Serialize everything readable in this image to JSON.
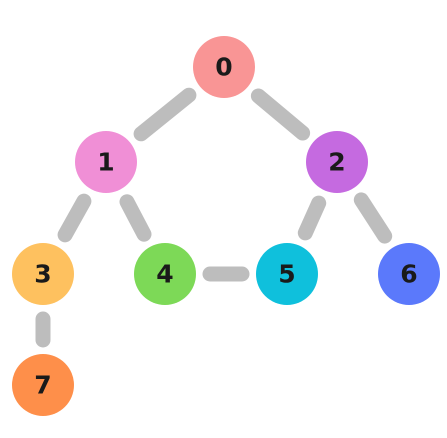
{
  "nodes": [
    {
      "id": "0",
      "label": "0",
      "color": "#f99595"
    },
    {
      "id": "1",
      "label": "1",
      "color": "#f08fd6"
    },
    {
      "id": "2",
      "label": "2",
      "color": "#c56ae0"
    },
    {
      "id": "3",
      "label": "3",
      "color": "#fec15f"
    },
    {
      "id": "4",
      "label": "4",
      "color": "#7dd957"
    },
    {
      "id": "5",
      "label": "5",
      "color": "#0fc0dc"
    },
    {
      "id": "6",
      "label": "6",
      "color": "#5b79fb"
    },
    {
      "id": "7",
      "label": "7",
      "color": "#fe8f4a"
    }
  ],
  "edges": [
    {
      "source": "0",
      "target": "1"
    },
    {
      "source": "0",
      "target": "2"
    },
    {
      "source": "1",
      "target": "3"
    },
    {
      "source": "1",
      "target": "4"
    },
    {
      "source": "2",
      "target": "5"
    },
    {
      "source": "2",
      "target": "6"
    },
    {
      "source": "4",
      "target": "5"
    },
    {
      "source": "3",
      "target": "7"
    }
  ],
  "edge_color": "#bdbdbd"
}
